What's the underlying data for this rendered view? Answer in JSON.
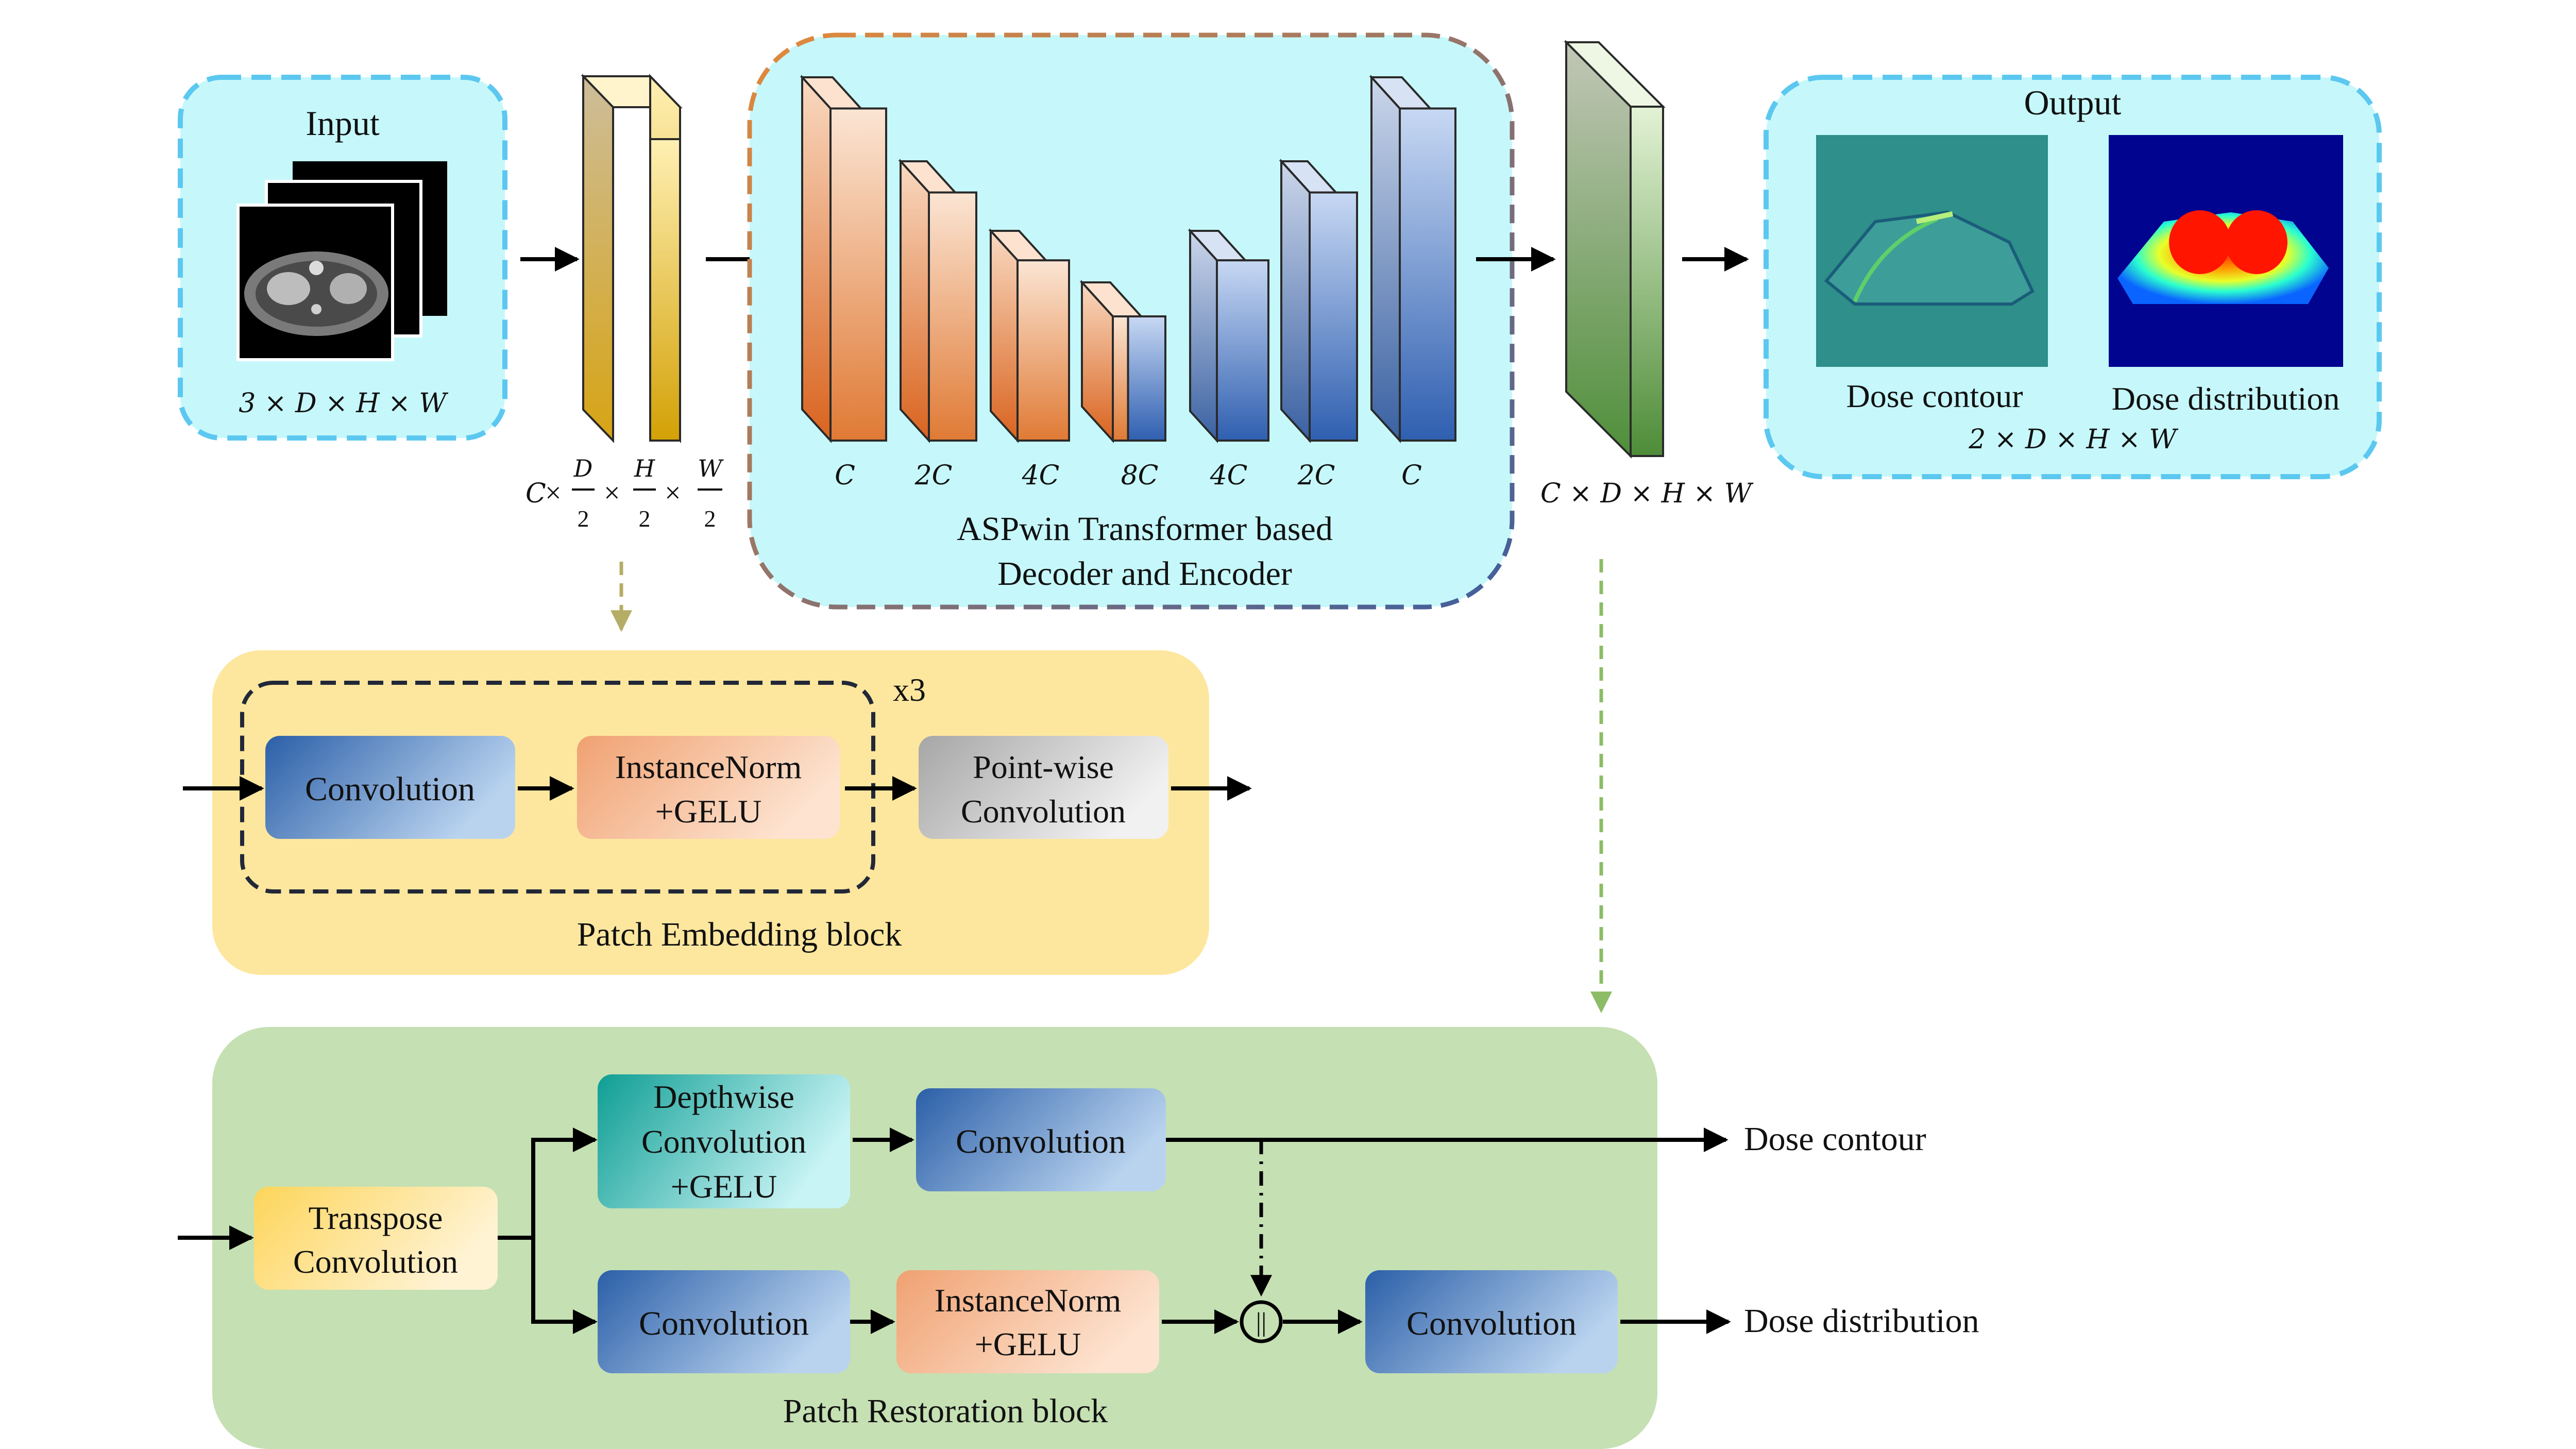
{
  "input": {
    "title": "Input",
    "shape": "3 × D × H × W"
  },
  "embed_shape": {
    "c": "C",
    "times": "×",
    "d_num": "D",
    "h_num": "H",
    "w_num": "W",
    "den": "2"
  },
  "unet": {
    "channels": [
      "C",
      "2C",
      "4C",
      "8C",
      "4C",
      "2C",
      "C"
    ],
    "title_line1": "ASPwin Transformer based",
    "title_line2": "Decoder and Encoder"
  },
  "restore_shape": "C × D × H × W",
  "output": {
    "title": "Output",
    "contour_label": "Dose contour",
    "distribution_label": "Dose distribution",
    "shape": "2 × D × H × W"
  },
  "patch_embedding": {
    "repeat": "x3",
    "convolution": "Convolution",
    "norm_line1": "InstanceNorm",
    "norm_line2": "+GELU",
    "pw_line1": "Point-wise",
    "pw_line2": "Convolution",
    "title": "Patch Embedding block"
  },
  "patch_restoration": {
    "transpose_line1": "Transpose",
    "transpose_line2": "Convolution",
    "dw_line1": "Depthwise",
    "dw_line2": "Convolution",
    "dw_line3": "+GELU",
    "conv_top": "Convolution",
    "conv_bottom_left": "Convolution",
    "norm_line1": "InstanceNorm",
    "norm_line2": "+GELU",
    "conv_bottom_right": "Convolution",
    "concat_symbol": "||",
    "out_contour": "Dose contour",
    "out_distribution": "Dose distribution",
    "title": "Patch Restoration block"
  },
  "colors": {
    "cyan_panel": "#c6f8fb",
    "cyan_border": "#5cc8f0",
    "yellow_panel": "#fde79e",
    "green_panel": "#c5e0b3",
    "orange_block": "#f2a47a",
    "blue_block": "#2c62ad",
    "olive_arrow": "#b5ad66",
    "green_arrow": "#8cbc66"
  }
}
